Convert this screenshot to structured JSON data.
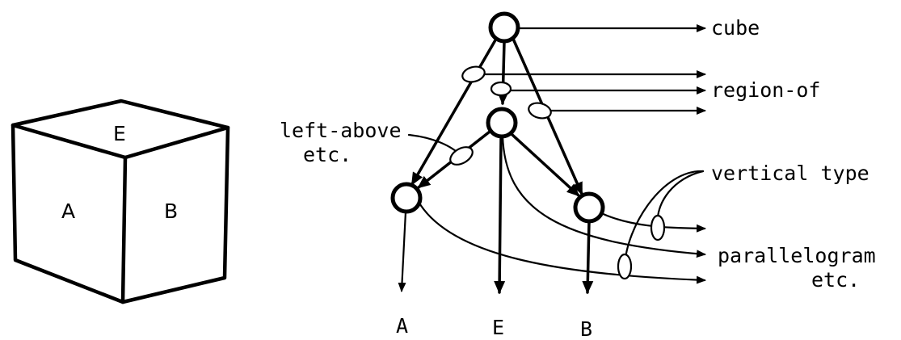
{
  "cube_faces": {
    "top": "E",
    "left": "A",
    "right": "B"
  },
  "graph": {
    "top_labels": {
      "cube": "cube",
      "region_of": "region-of"
    },
    "left_labels": {
      "line1": "left-above",
      "line2": "etc."
    },
    "right_labels": {
      "vertical_type": "vertical type",
      "parallelogram": "parallelogram",
      "etc": "etc."
    },
    "leaf_labels": {
      "a": "A",
      "e": "E",
      "b": "B"
    }
  }
}
